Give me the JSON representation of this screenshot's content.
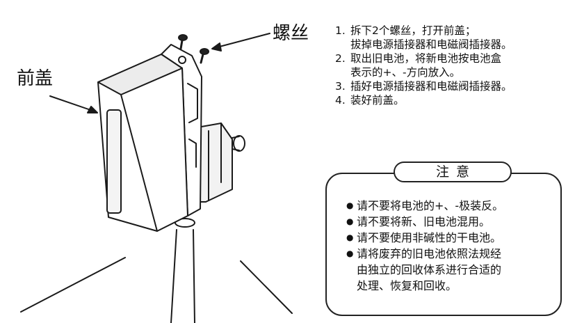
{
  "labels": {
    "front_cover": "前盖",
    "screws": "螺丝"
  },
  "steps": [
    {
      "num": "1.",
      "lines": [
        "拆下2个螺丝，打开前盖；",
        "拔掉电源插接器和电磁阀插接器。"
      ]
    },
    {
      "num": "2.",
      "lines": [
        "取出旧电池，将新电池按电池盒",
        "表示的+、-方向放入。"
      ]
    },
    {
      "num": "3.",
      "lines": [
        "插好电源插接器和电磁阀插接器。"
      ]
    },
    {
      "num": "4.",
      "lines": [
        "装好前盖。"
      ]
    }
  ],
  "caution": {
    "title": "注意",
    "bullet": "●",
    "items": [
      {
        "lines": [
          "请不要将电池的+、-极装反。"
        ]
      },
      {
        "lines": [
          "请不要将新、旧电池混用。"
        ]
      },
      {
        "lines": [
          "请不要使用非碱性的干电池。"
        ]
      },
      {
        "lines": [
          "请将废弃的旧电池依照法规经",
          "由独立的回收体系进行合适的",
          "处理、恢复和回收。"
        ]
      }
    ]
  }
}
